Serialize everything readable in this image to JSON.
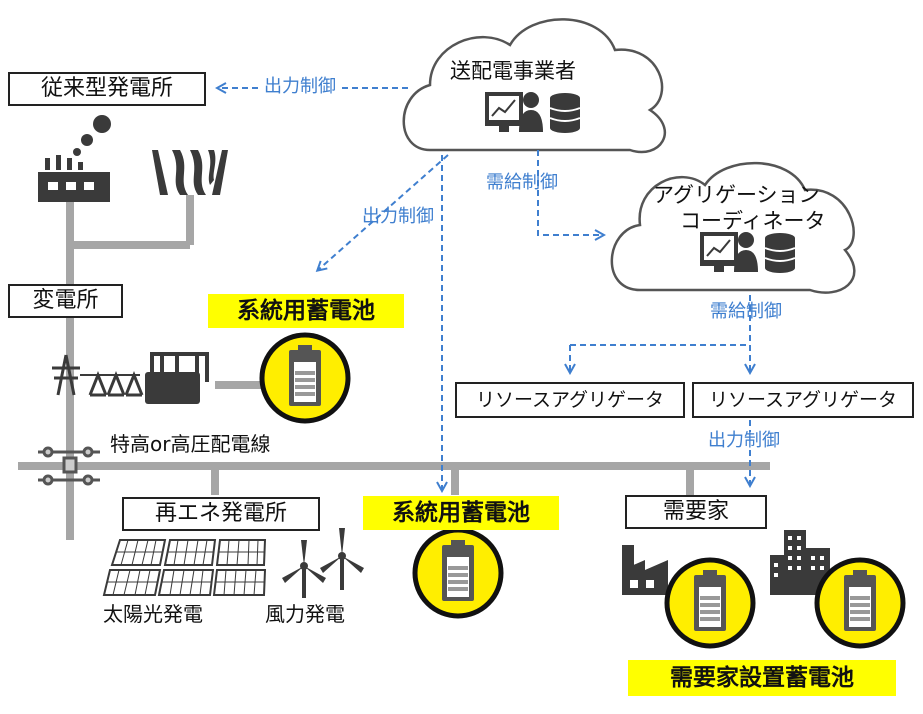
{
  "operator": {
    "label": "送配電事業者"
  },
  "coordinator": {
    "line1": "アグリゲーション",
    "line2": "コーディネータ"
  },
  "conventional_plant": {
    "label": "従来型発電所"
  },
  "substation": {
    "label": "変電所"
  },
  "grid_battery_top": {
    "label": "系統用蓄電池"
  },
  "grid_battery_mid": {
    "label": "系統用蓄電池"
  },
  "distribution_line": {
    "label": "特高or高圧配電線"
  },
  "renewable_plant": {
    "label": "再エネ発電所"
  },
  "solar": {
    "label": "太陽光発電"
  },
  "wind": {
    "label": "風力発電"
  },
  "resource_aggregator_1": {
    "label": "リソースアグリゲータ"
  },
  "resource_aggregator_2": {
    "label": "リソースアグリゲータ"
  },
  "consumer": {
    "label": "需要家"
  },
  "consumer_battery": {
    "label": "需要家設置蓄電池"
  },
  "arrows": {
    "output_control_top": "出力制御",
    "output_control_diag": "出力制御",
    "supply_demand_control_1": "需給制御",
    "supply_demand_control_2": "需給制御",
    "output_control_consumer": "出力制御"
  },
  "colors": {
    "arrow": "#3f7fcf",
    "highlight": "#ffff00",
    "grid_line": "#a6a6a6",
    "icon": "#3a3a3a",
    "battery_ring": "#ffee00"
  }
}
